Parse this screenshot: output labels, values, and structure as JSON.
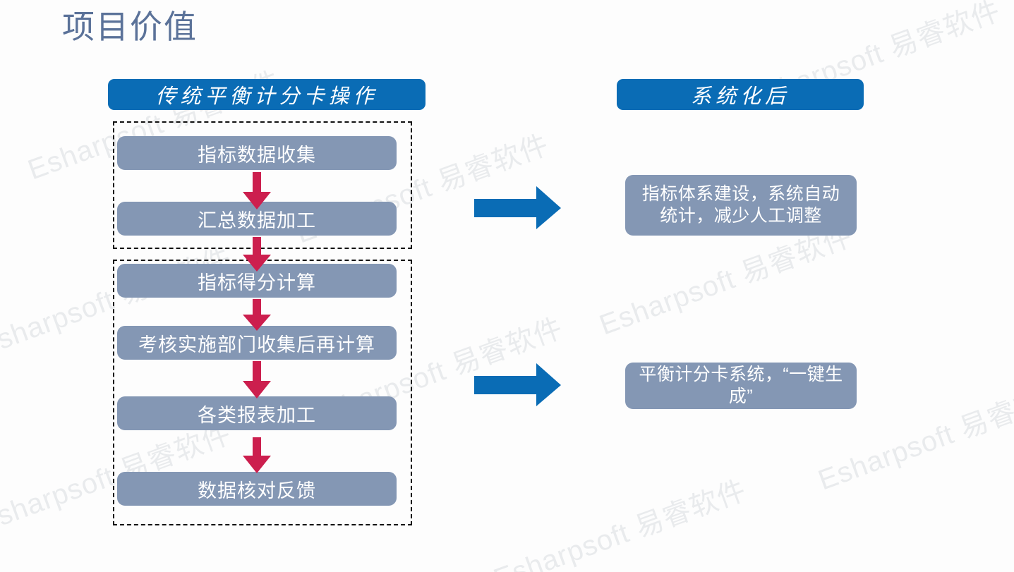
{
  "slide": {
    "title": "项目价值",
    "background_color": "#fdfdfd",
    "title_color": "#5b7299"
  },
  "colors": {
    "header_blue": "#0a6cb5",
    "card_gray_blue": "#8497b4",
    "down_arrow_crimson": "#cc1f4e",
    "right_arrow_blue": "#0a6cb5",
    "dashed_border": "#111111",
    "watermark": "#e9ebed"
  },
  "left_column": {
    "header": "传统平衡计分卡操作",
    "group_1": {
      "steps": [
        {
          "label": "指标数据收集"
        },
        {
          "label": "汇总数据加工"
        }
      ]
    },
    "group_2": {
      "steps": [
        {
          "label": "指标得分计算"
        },
        {
          "label": "考核实施部门收集后再计算"
        },
        {
          "label": "各类报表加工"
        },
        {
          "label": "数据核对反馈"
        }
      ]
    }
  },
  "right_column": {
    "header": "系统化后",
    "outcomes": [
      {
        "label": "指标体系建设，系统自动统计，减少人工调整"
      },
      {
        "label": "平衡计分卡系统，“一键生成”"
      }
    ]
  },
  "connectors": {
    "down_arrow_count": 5,
    "right_arrow_count": 2,
    "down_arrow_icon": "arrow-down-icon",
    "right_arrow_icon": "arrow-right-icon"
  },
  "watermarks": [
    {
      "text": "Esharpsoft 易睿软件"
    },
    {
      "text": "Esharpsoft 易睿软件"
    },
    {
      "text": "Esharpsoft 易睿软件"
    },
    {
      "text": "Esharpsoft 易睿软件"
    },
    {
      "text": "Esharpsoft 易睿软件"
    },
    {
      "text": "Esharpsoft 易睿软件"
    },
    {
      "text": "Esharpsoft 易睿软件"
    },
    {
      "text": "Esharpsoft 易睿软件"
    },
    {
      "text": "Esharpsoft 易睿软件"
    }
  ]
}
